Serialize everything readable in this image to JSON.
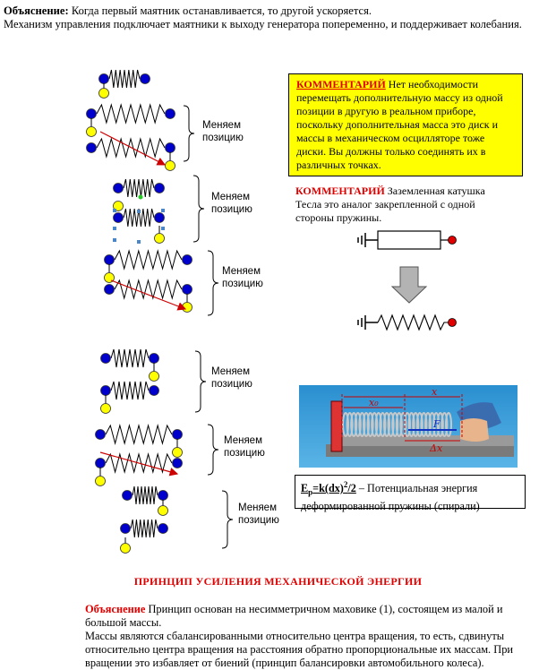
{
  "explanation": {
    "label": "Объяснение:",
    "line1": "Когда первый маятник останавливается, то другой ускоряется.",
    "line2": "Механизм управления подключает маятники к выходу генератора попеременно, и поддерживает колебания."
  },
  "figure_labels": [
    {
      "line1": "Меняем",
      "line2": "позицию"
    },
    {
      "line1": "Меняем",
      "line2": "позицию"
    },
    {
      "line1": "Меняем",
      "line2": "позицию"
    },
    {
      "line1": "Меняем",
      "line2": "позицию"
    },
    {
      "line1": "Меняем",
      "line2": "позицию"
    },
    {
      "line1": "Меняем",
      "line2": "позицию"
    }
  ],
  "comment1": {
    "label": "КОММЕНТАРИЙ",
    "text": "Нет необходимости перемещать дополнительную массу из одной позиции в другую в реальном приборе, поскольку дополнительная масса это диск и массы в механическом осцилляторе тоже диски. Вы должны только соединять их в различных точках."
  },
  "comment2": {
    "label": "КОММЕНТАРИЙ",
    "text": "Заземленная катушка Тесла это аналог закрепленной с одной стороны пружины."
  },
  "photo_labels": {
    "x0": "x₀",
    "x": "x",
    "force": "F",
    "dx": "Δx"
  },
  "formula": {
    "lhs": "E",
    "sub": "p",
    "mid": "=k(dx)",
    "sup": "2",
    "tail": "/2",
    "desc": " – Потенциальная энергия деформированной пружины (спирали)"
  },
  "heading": "ПРИНЦИП УСИЛЕНИЯ МЕХАНИЧЕСКОЙ ЭНЕРГИИ",
  "bottom": {
    "label": "Объяснение",
    "text1": "Принцип основан на несимметричном маховике (1), состоящем из малой и большой массы.",
    "text2": "Массы являются сбалансированными относительно центра вращения, то есть, сдвинуты относительно центра вращения на расстояния обратно пропорциональные их массам. При вращении это избавляет от биений (принцип балансировки автомобильного колеса)."
  },
  "colors": {
    "mass_blue": "#0000cc",
    "mass_yellow": "#ffff00",
    "arrow_red": "#cc0000",
    "heading_red": "#e00000",
    "box_yellow": "#ffff00"
  }
}
